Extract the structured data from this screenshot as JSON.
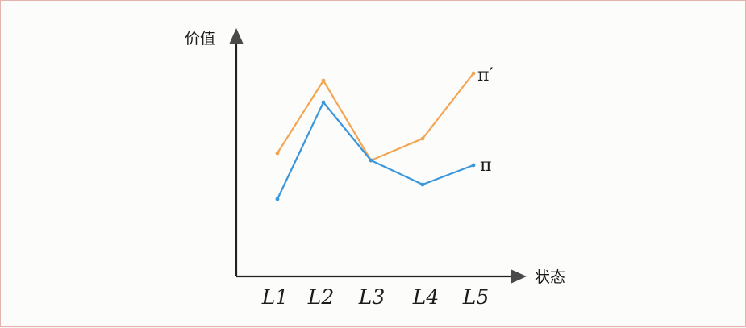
{
  "chart_data": {
    "type": "line",
    "xlabel": "状态",
    "ylabel": "价值",
    "categories": [
      "L1",
      "L2",
      "L3",
      "L4",
      "L5"
    ],
    "ylim": [
      0,
      100
    ],
    "grid": false,
    "legend": "inline labels at line ends",
    "series": [
      {
        "name": "π",
        "color": "#3a97dc",
        "values": [
          32,
          72,
          48,
          38,
          46
        ]
      },
      {
        "name": "π′",
        "color": "#f2a553",
        "values": [
          51,
          81,
          48,
          57,
          84
        ]
      }
    ]
  }
}
